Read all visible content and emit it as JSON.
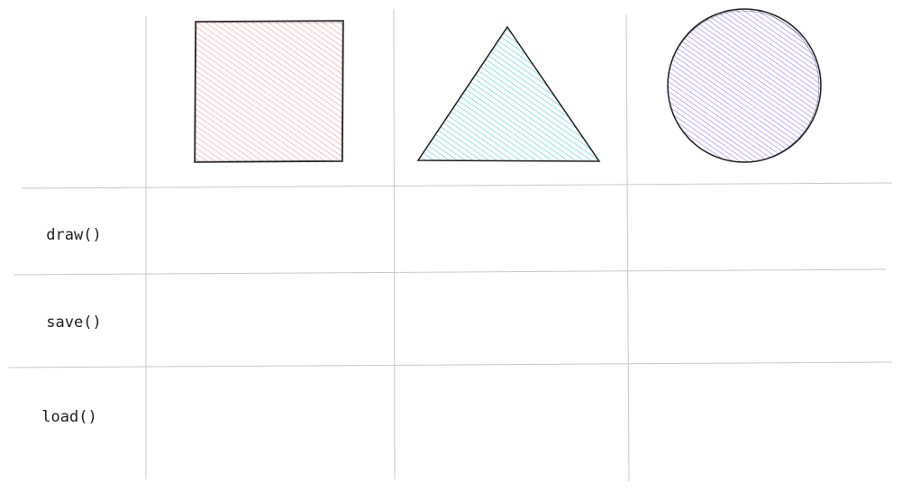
{
  "rows": [
    {
      "label": "draw()"
    },
    {
      "label": "save()"
    },
    {
      "label": "load()"
    }
  ],
  "shapes": [
    {
      "kind": "square",
      "fill": "#ff8787",
      "stroke": "#1e1e1e",
      "icon": "square-icon"
    },
    {
      "kind": "triangle",
      "fill": "#3bc9db",
      "stroke": "#1e1e1e",
      "icon": "triangle-icon"
    },
    {
      "kind": "circle",
      "fill": "#9775fa",
      "stroke": "#1e1e1e",
      "icon": "circle-icon"
    }
  ],
  "colors": {
    "grid": "#c8c8c8",
    "text": "#1e1e1e",
    "background": "#ffffff"
  }
}
